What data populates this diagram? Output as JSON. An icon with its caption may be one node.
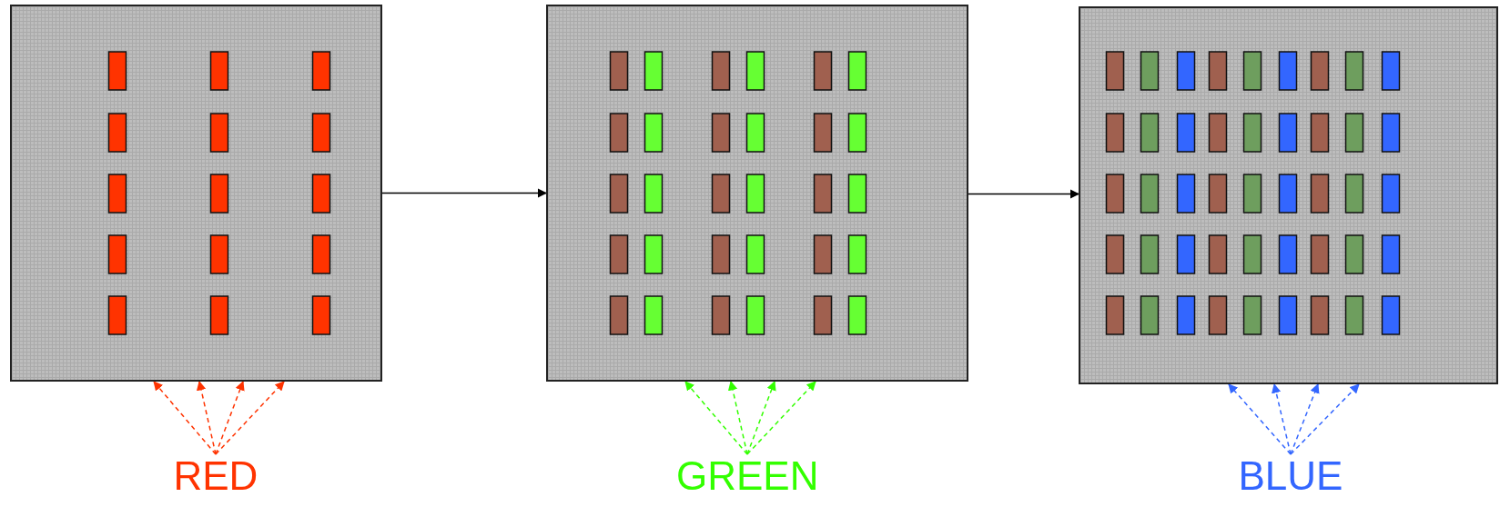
{
  "diagram": {
    "nodes": [
      {
        "text": [],
        "shape": "picture"
      },
      {
        "text": [],
        "shape": "picture"
      },
      {
        "text": [],
        "shape": "picture"
      },
      {
        "text": [
          "RED"
        ]
      },
      {
        "text": [
          "GREEN"
        ]
      },
      {
        "text": [
          "BLUE"
        ]
      }
    ],
    "edges": [
      {
        "from": 0,
        "to": 1,
        "arrow": "to",
        "color": "#000000"
      },
      {
        "from": 1,
        "to": 2,
        "arrow": "to",
        "color": "#000000"
      },
      {
        "from": 3,
        "to": 0,
        "arrow": "to",
        "style": "dashed",
        "color": "#ff3300"
      },
      {
        "from": 3,
        "to": 0,
        "arrow": "to",
        "style": "dashed",
        "color": "#ff3300"
      },
      {
        "from": 3,
        "to": 0,
        "arrow": "to",
        "style": "dashed",
        "color": "#ff3300"
      },
      {
        "from": 3,
        "to": 0,
        "arrow": "to",
        "style": "dashed",
        "color": "#ff3300"
      },
      {
        "from": 4,
        "to": 1,
        "arrow": "to",
        "style": "dashed",
        "color": "#33ff00"
      },
      {
        "from": 4,
        "to": 1,
        "arrow": "to",
        "style": "dashed",
        "color": "#33ff00"
      },
      {
        "from": 4,
        "to": 1,
        "arrow": "to",
        "style": "dashed",
        "color": "#33ff00"
      },
      {
        "from": 4,
        "to": 1,
        "arrow": "to",
        "style": "dashed",
        "color": "#33ff00"
      },
      {
        "from": 5,
        "to": 2,
        "arrow": "to",
        "style": "dashed",
        "color": "#3366ff"
      },
      {
        "from": 5,
        "to": 2,
        "arrow": "to",
        "style": "dashed",
        "color": "#3366ff"
      },
      {
        "from": 5,
        "to": 2,
        "arrow": "to",
        "style": "dashed",
        "color": "#3366ff"
      },
      {
        "from": 5,
        "to": 2,
        "arrow": "to",
        "style": "dashed",
        "color": "#3366ff"
      }
    ]
  }
}
